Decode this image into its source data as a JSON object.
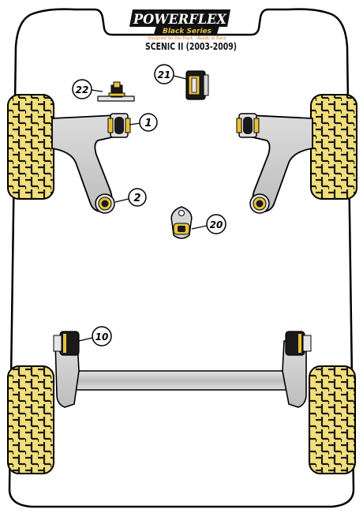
{
  "brand": {
    "name": "POWERFLEX",
    "series": "Black Series",
    "tagline": "Designed for the Track – Ready to Race",
    "model": "SCENIC II (2003-2009)"
  },
  "callouts": {
    "c1": "1",
    "c2": "2",
    "c10": "10",
    "c20": "20",
    "c21": "21",
    "c22": "22"
  },
  "colors": {
    "outline": "#000000",
    "tyre": "#f0dc78",
    "arm_grey": "#cfcfcf",
    "bush_black": "#1a1a1a",
    "bush_yellow": "#e8c23a",
    "logo_black": "#111111",
    "tagline_orange": "#e07a1a"
  }
}
